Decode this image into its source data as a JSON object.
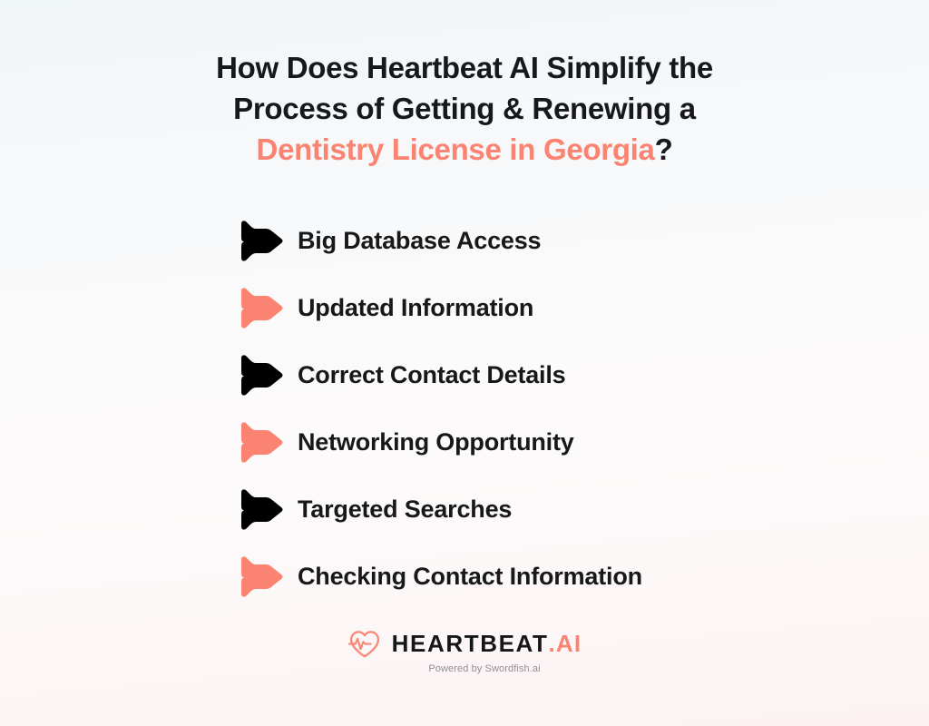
{
  "colors": {
    "accent": "#fb8372",
    "ink": "#17181a",
    "muted": "#8d8f96",
    "bg_top": "#f1f6f8",
    "bg_bottom": "#fcf2f2"
  },
  "title": {
    "line1": "How Does Heartbeat AI Simplify the",
    "line2": "Process of Getting & Renewing a",
    "line3_accent": "Dentistry License in Georgia",
    "line3_suffix": "?"
  },
  "benefits": [
    {
      "label": "Big Database Access",
      "marker_color": "#000000",
      "marker_name": "chevron-marker-black"
    },
    {
      "label": "Updated Information",
      "marker_color": "#fb8372",
      "marker_name": "chevron-marker-coral"
    },
    {
      "label": "Correct Contact Details",
      "marker_color": "#000000",
      "marker_name": "chevron-marker-black"
    },
    {
      "label": "Networking Opportunity",
      "marker_color": "#fb8372",
      "marker_name": "chevron-marker-coral"
    },
    {
      "label": "Targeted Searches",
      "marker_color": "#000000",
      "marker_name": "chevron-marker-black"
    },
    {
      "label": "Checking Contact Information",
      "marker_color": "#fb8372",
      "marker_name": "chevron-marker-coral"
    }
  ],
  "logo": {
    "icon_name": "heartbeat-heart-icon",
    "wordmark_main": "HEARTBEAT",
    "wordmark_suffix": ".AI",
    "tagline": "Powered by Swordfish.ai"
  }
}
